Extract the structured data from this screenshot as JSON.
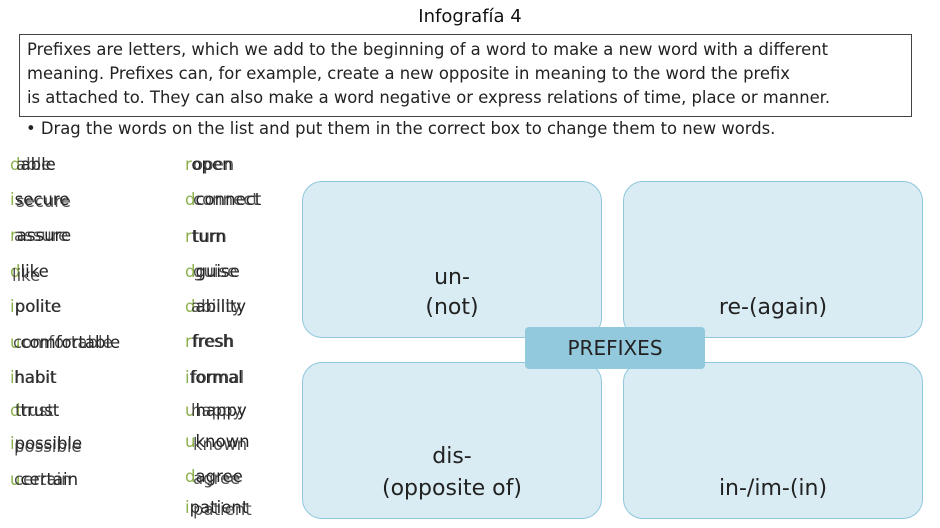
{
  "title": "Infografía 4",
  "intro": [
    "Prefixes are letters, which we add to the beginning of a word to make a new word with a different",
    "meaning. Prefixes can, for example, create a new opposite in meaning to the word the prefix",
    "is attached to. They can also make a word negative or express relations of time, place or manner."
  ],
  "instruction": "• Drag the words on the list and put them in the correct box to change them to new words.",
  "colors": {
    "prefix": "#8cb04c",
    "box_fill": "#d9ecf3",
    "box_border": "#8fc7dc",
    "tag_fill": "#93c9dd"
  },
  "words_left": [
    {
      "prefix": "d",
      "ghost": "able",
      "text": "able"
    },
    {
      "prefix": "i",
      "ghost": "secure",
      "text": "secure"
    },
    {
      "prefix": "r",
      "ghost": "assure",
      "text": "assure"
    },
    {
      "prefix": "d",
      "ghost": "like",
      "text": "like"
    },
    {
      "prefix": "i",
      "ghost": "polite",
      "text": "polite"
    },
    {
      "prefix": "u",
      "ghost": "comfortable",
      "text": "comfortable"
    },
    {
      "prefix": "i",
      "ghost": "habit",
      "text": "habit"
    },
    {
      "prefix": "d",
      "ghost": "trust",
      "text": "trust"
    },
    {
      "prefix": "i",
      "ghost": "possible",
      "text": "possible"
    },
    {
      "prefix": "u",
      "ghost": "certain",
      "text": "certain"
    }
  ],
  "words_right": [
    {
      "prefix": "r",
      "ghost": "open",
      "text": "open"
    },
    {
      "prefix": "d",
      "ghost": "connect",
      "text": "connect"
    },
    {
      "prefix": "r",
      "ghost": "turn",
      "text": "turn"
    },
    {
      "prefix": "d",
      "ghost": "guise",
      "text": "guise"
    },
    {
      "prefix": "d",
      "ghost": "ability",
      "text": "ability"
    },
    {
      "prefix": "r",
      "ghost": "fresh",
      "text": "fresh"
    },
    {
      "prefix": "i",
      "ghost": "formal",
      "text": "formal"
    },
    {
      "prefix": "u",
      "ghost": "happy",
      "text": "happy"
    },
    {
      "prefix": "u",
      "ghost": "known",
      "text": "known"
    },
    {
      "prefix": "d",
      "ghost": "agree",
      "text": "agree"
    },
    {
      "prefix": "i",
      "ghost": "patient",
      "text": "patient"
    }
  ],
  "boxes": {
    "un": {
      "line1": "un-",
      "line2": "(not)"
    },
    "re": {
      "line1": "re-(again)"
    },
    "dis": {
      "line1": "dis-",
      "line2": "(opposite of)"
    },
    "in": {
      "line1": "in-/im-(in)"
    }
  },
  "center_tag": "PREFIXES"
}
